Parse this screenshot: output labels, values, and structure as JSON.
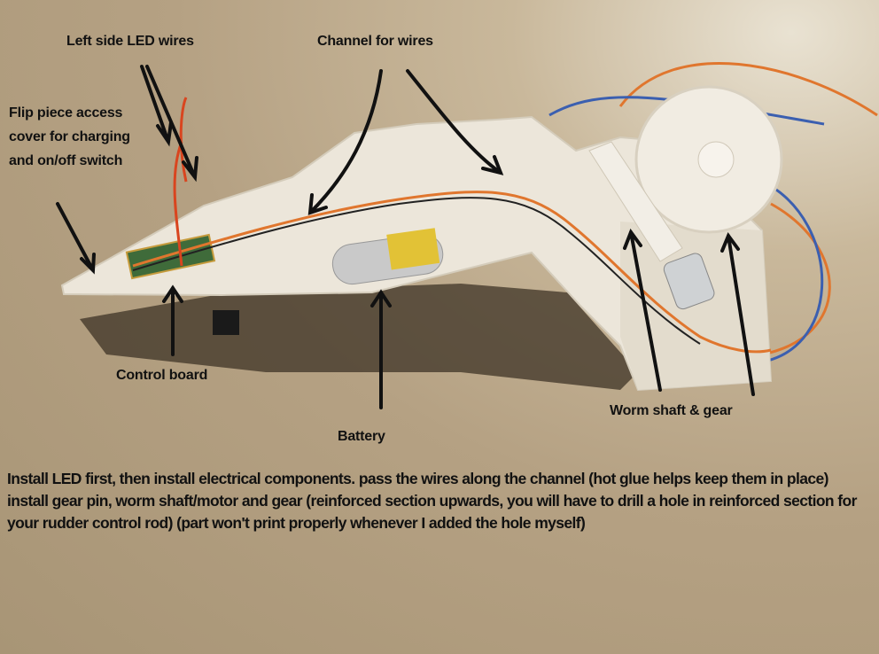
{
  "labels": {
    "left_led_wires": "Left side LED wires",
    "channel_for_wires": "Channel for wires",
    "flip_piece": "Flip piece access cover for charging and on/off switch",
    "control_board": "Control board",
    "battery": "Battery",
    "worm_shaft_gear": "Worm shaft & gear"
  },
  "instructions": "Install LED first, then install electrical components. pass the wires along the channel (hot glue helps keep them in place) install gear pin, worm shaft/motor and gear (reinforced section upwards, you will have to drill a hole in reinforced section for your rudder control rod) (part won't print properly whenever I added the hole myself)",
  "colors": {
    "arrow": "#111111",
    "part": "#ece6da",
    "wire_orange": "#e0762e",
    "wire_blue": "#3b5fb0"
  }
}
